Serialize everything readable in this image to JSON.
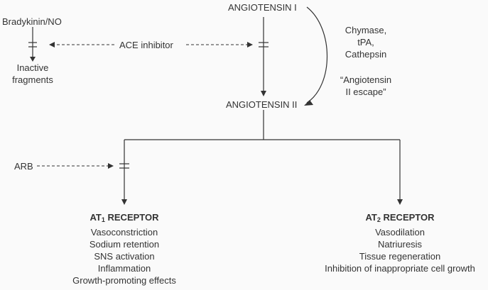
{
  "nodes": {
    "angiotensin_i": "ANGIOTENSIN I",
    "angiotensin_ii": "ANGIOTENSIN II",
    "bradykinin": "Bradykinin/NO",
    "inactive_fragments": [
      "Inactive",
      "fragments"
    ],
    "ace_inhibitor": "ACE inhibitor",
    "arb": "ARB",
    "escape_enzymes": [
      "Chymase,",
      "tPA,",
      "Cathepsin"
    ],
    "escape_label": [
      "“Angiotensin",
      "II escape”"
    ]
  },
  "at1": {
    "prefix": "AT",
    "subscript": "1",
    "suffix": " RECEPTOR",
    "effects": [
      "Vasoconstriction",
      "Sodium retention",
      "SNS activation",
      "Inflammation",
      "Growth-promoting effects"
    ]
  },
  "at2": {
    "prefix": "AT",
    "subscript": "2",
    "suffix": " RECEPTOR",
    "effects": [
      "Vasodilation",
      "Natriuresis",
      "Tissue regeneration",
      "Inhibition of inappropriate cell growth"
    ]
  }
}
